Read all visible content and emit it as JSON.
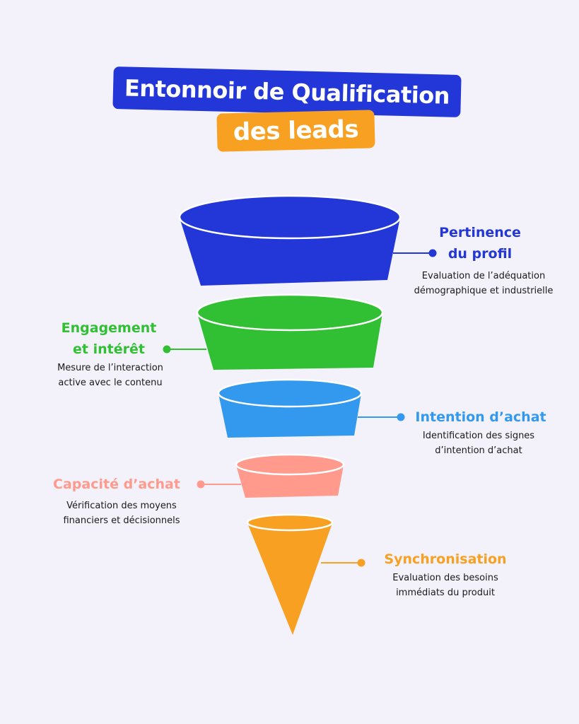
{
  "title": {
    "line1": "Entonnoir de Qualification",
    "line2": "des leads"
  },
  "colors": {
    "background": "#f3f2fb",
    "title_line1_bg": "#2336d8",
    "title_line2_bg": "#f8a021"
  },
  "stages": [
    {
      "title": "Pertinence\ndu profil",
      "description": "Evaluation de l’adéquation\ndémographique et industrielle",
      "color": "#2336d8"
    },
    {
      "title": "Engagement\net intérêt",
      "description": "Mesure de l’interaction\nactive avec le contenu",
      "color": "#31bf33"
    },
    {
      "title": "Intention d’achat",
      "description": "Identification des signes\nd’intention d’achat",
      "color": "#3399ee"
    },
    {
      "title": "Capacité d’achat",
      "description": "Vérification des moyens\nfinanciers et décisionnels",
      "color": "#ff9a8c"
    },
    {
      "title": "Synchronisation",
      "description": "Evaluation des besoins\nimmédiats du produit",
      "color": "#f8a021"
    }
  ]
}
